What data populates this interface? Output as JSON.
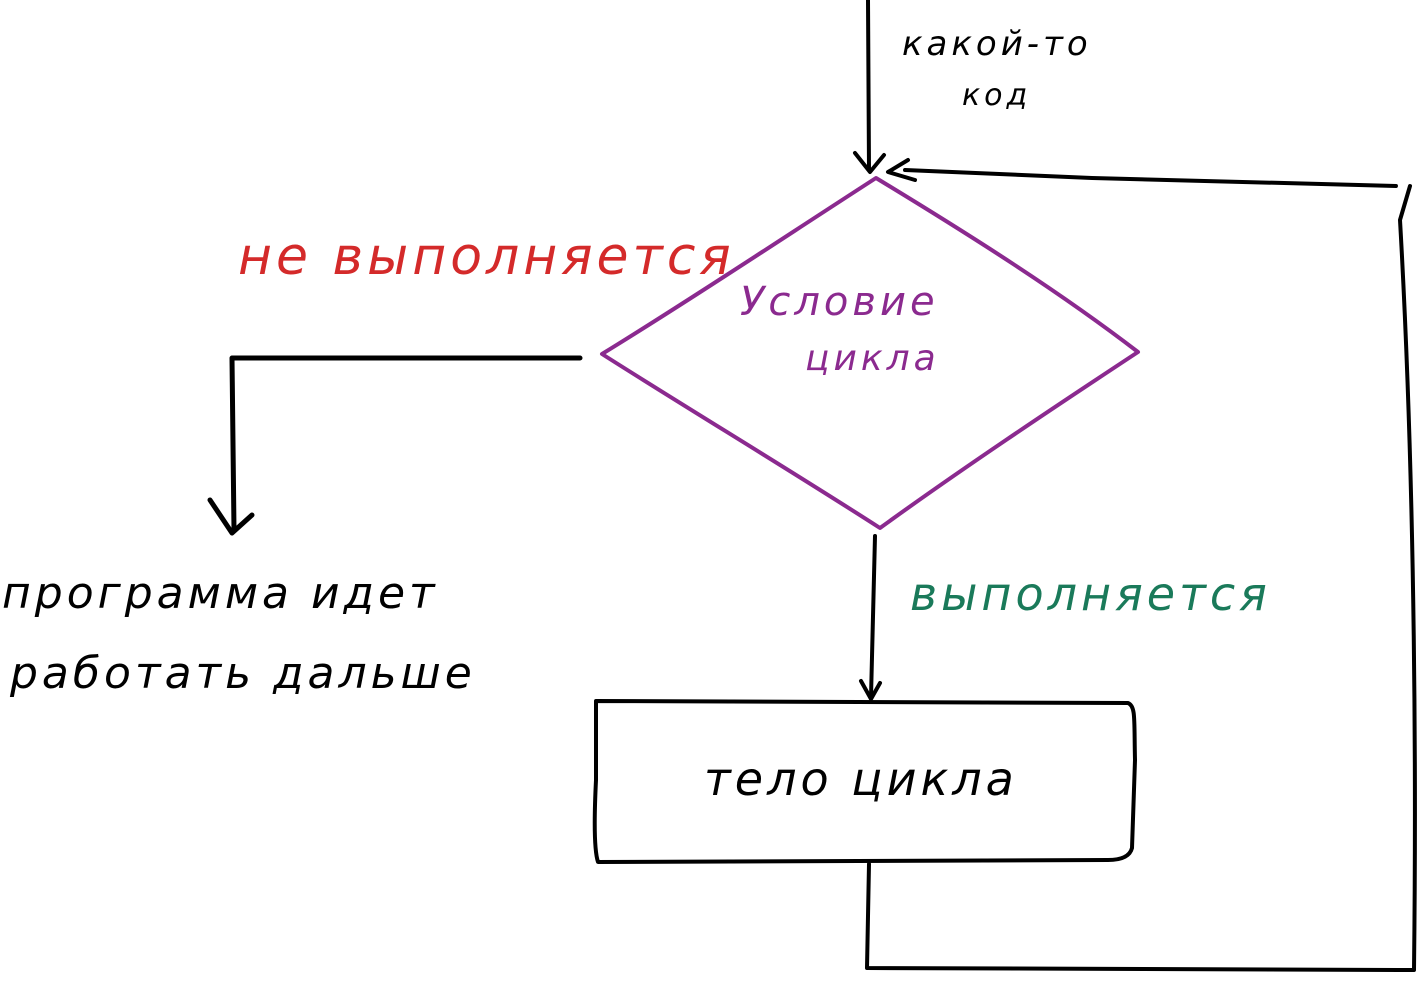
{
  "diagram": {
    "entry_label_line1": "какой-то",
    "entry_label_line2": "код",
    "condition_label_line1": "Условие",
    "condition_label_line2": "цикла",
    "false_label": "не выполняется",
    "true_label": "выполняется",
    "body_label": "тело цикла",
    "exit_label_line1": "программа идет",
    "exit_label_line2": "работать дальше"
  },
  "colors": {
    "ink": "#000000",
    "condition": "#8b2a8f",
    "false_branch": "#d42a2a",
    "true_branch": "#1a7a5a"
  }
}
